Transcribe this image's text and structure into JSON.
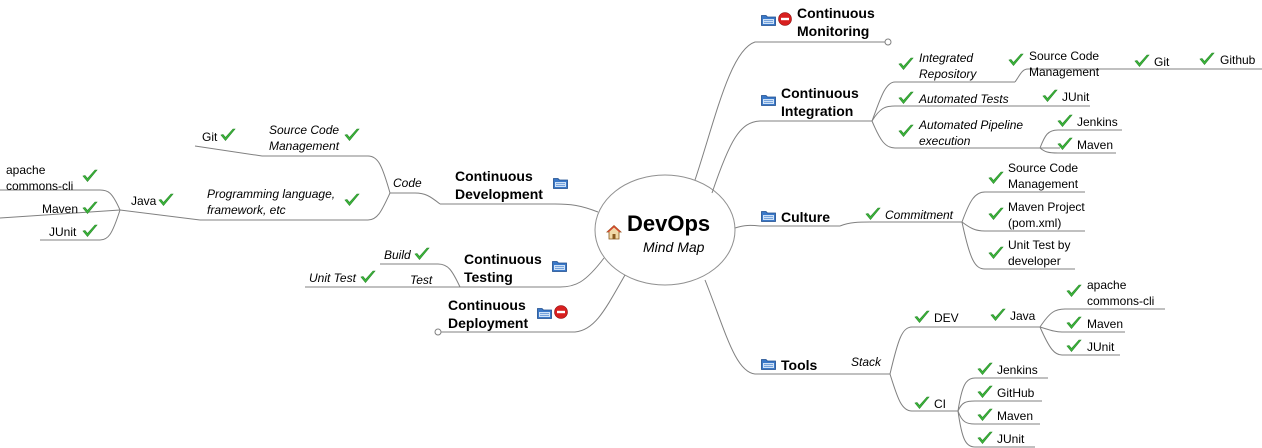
{
  "center": {
    "title": "DevOps",
    "subtitle": "Mind Map"
  },
  "monitoring": {
    "label": "Continuous Monitoring"
  },
  "integration": {
    "label": "Continuous Integration",
    "integrated_repo": "Integrated Repository",
    "scm": "Source Code Management",
    "git": "Git",
    "github": "Github",
    "automated_tests": "Automated Tests",
    "junit": "JUnit",
    "pipeline": "Automated Pipeline execution",
    "jenkins": "Jenkins",
    "maven": "Maven"
  },
  "culture": {
    "label": "Culture",
    "commitment": "Commitment",
    "scm": "Source Code Management",
    "maven_project": "Maven Project (pom.xml)",
    "unit_test": "Unit Test by developer"
  },
  "tools": {
    "label": "Tools",
    "stack": "Stack",
    "dev": "DEV",
    "java": "Java",
    "apache": "apache commons-cli",
    "maven": "Maven",
    "junit": "JUnit",
    "ci": "CI",
    "jenkins": "Jenkins",
    "github": "GitHub",
    "ci_maven": "Maven",
    "ci_junit": "JUnit"
  },
  "development": {
    "label": "Continuous Development",
    "code": "Code",
    "scm": "Source Code Management",
    "git": "Git",
    "prog_lang": "Programming language, framework, etc",
    "java": "Java",
    "apache": "apache commons-cli",
    "maven": "Maven",
    "junit": "JUnit"
  },
  "testing": {
    "label": "Continuous Testing",
    "build": "Build",
    "test": "Test",
    "unit_test": "Unit Test"
  },
  "deployment": {
    "label": "Continuous Deployment"
  },
  "colors": {
    "check": "#3cb83c",
    "folder": "#3a78c8",
    "stop": "#d81f1f",
    "line": "#808080"
  }
}
